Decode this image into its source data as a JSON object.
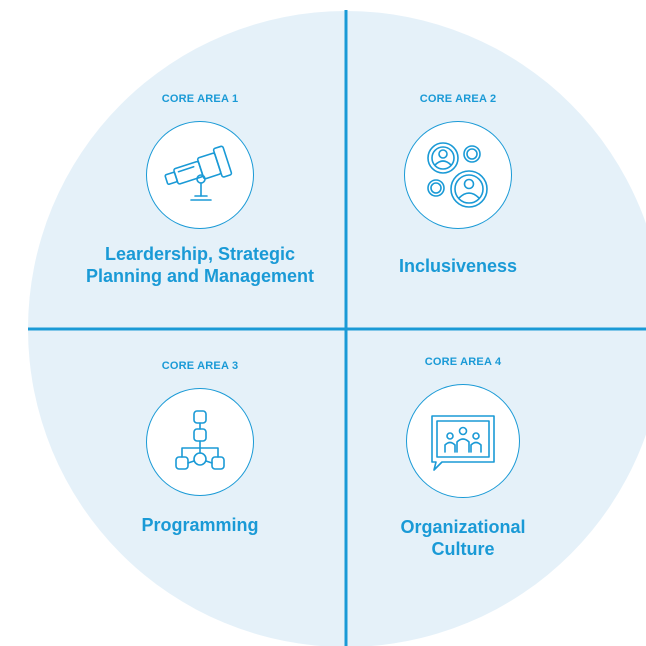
{
  "colors": {
    "accent": "#1a9ad6",
    "circle_fill": "#e5f1f9",
    "icon_bg": "#ffffff"
  },
  "areas": [
    {
      "label": "CORE AREA 1",
      "title_line1": "Leardership, Strategic",
      "title_line2": "Planning and Management",
      "icon": "telescope-icon"
    },
    {
      "label": "CORE AREA 2",
      "title_line1": "Inclusiveness",
      "icon": "diverse-people-icon"
    },
    {
      "label": "CORE AREA 3",
      "title_line1": "Programming",
      "icon": "flowchart-icon"
    },
    {
      "label": "CORE AREA 4",
      "title_line1": "Organizational",
      "title_line2": "Culture",
      "icon": "team-presentation-icon"
    }
  ]
}
